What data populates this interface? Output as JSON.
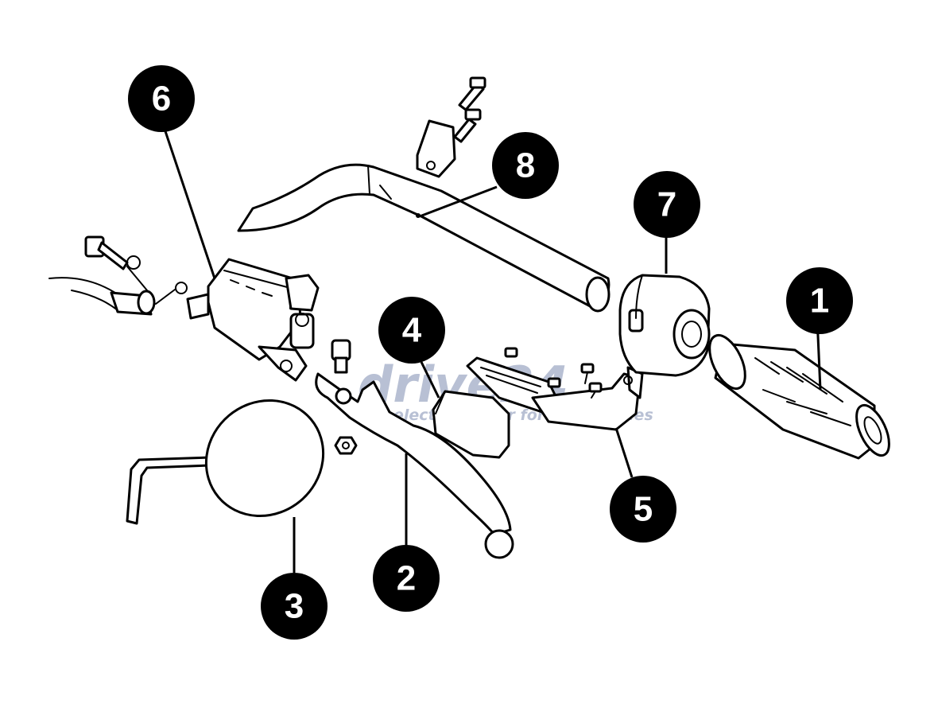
{
  "watermark": {
    "brand": "drive24",
    "tagline": "electric power for motorcycles",
    "color": "#b8c0d4"
  },
  "callouts": [
    {
      "label": "1",
      "part": "handlebar-grip"
    },
    {
      "label": "2",
      "part": "brake-lever"
    },
    {
      "label": "3",
      "part": "mirror"
    },
    {
      "label": "4",
      "part": "lever-cover"
    },
    {
      "label": "5",
      "part": "bracket-plate"
    },
    {
      "label": "6",
      "part": "brake-master-cylinder"
    },
    {
      "label": "7",
      "part": "switch-housing"
    },
    {
      "label": "8",
      "part": "handlebar-tube"
    }
  ]
}
